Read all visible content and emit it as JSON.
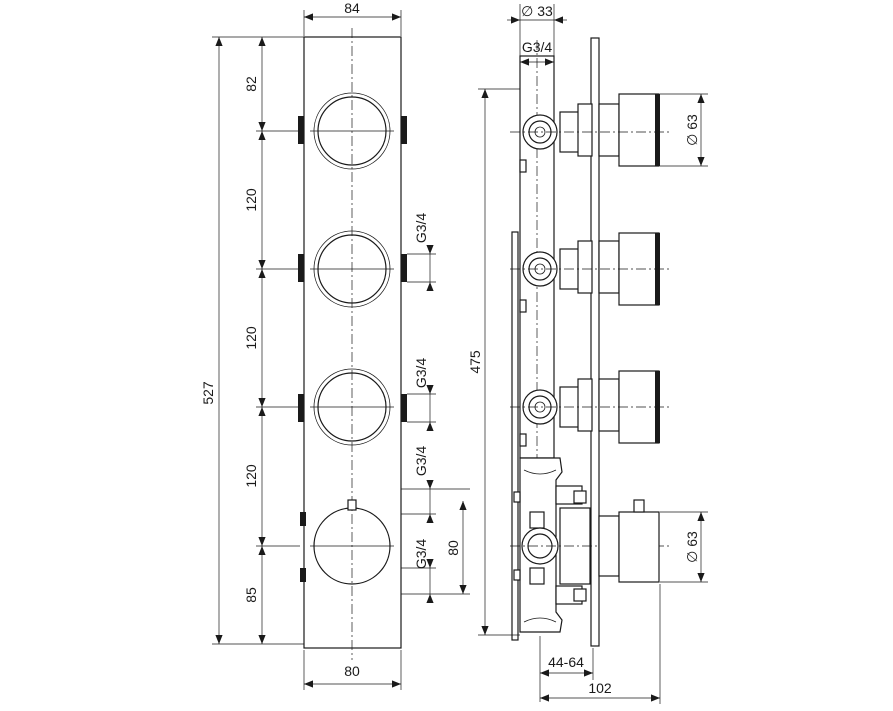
{
  "front_view": {
    "top_width": "84",
    "bottom_width": "80",
    "overall_height": "527",
    "spacing_top": "82",
    "spacing_1": "120",
    "spacing_2": "120",
    "spacing_3": "120",
    "spacing_bottom": "85",
    "port_1": "G3/4",
    "port_2": "G3/4",
    "port_3": "G3/4",
    "port_4": "G3/4",
    "port_spacing": "80"
  },
  "side_view": {
    "pipe_diameter": "∅ 33",
    "top_port": "G3/4",
    "body_height": "475",
    "knob_diameter_top": "∅ 63",
    "knob_diameter_bottom": "∅ 63",
    "depth_range": "44-64",
    "total_depth": "102"
  }
}
